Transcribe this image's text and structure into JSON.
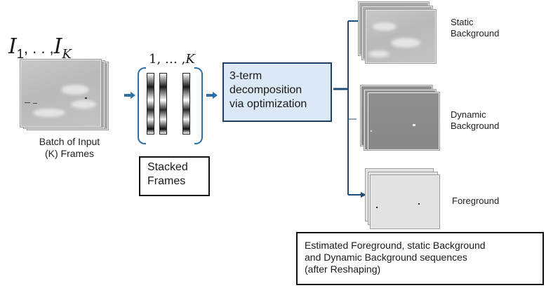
{
  "input": {
    "symbol_i1": "I",
    "sub_1": "1",
    "dots": ", . . ,",
    "symbol_ik": "I",
    "sub_k": "K",
    "caption_line1": "Batch of Input",
    "caption_line2": "(K) Frames"
  },
  "stack": {
    "index_label_prefix": "1, … ,",
    "index_label_k": "K",
    "caption_line1": "Stacked",
    "caption_line2": "Frames"
  },
  "process": {
    "line1": "3-term",
    "line2": "decomposition",
    "line3": "via optimization"
  },
  "outputs": {
    "static_line1": "Static",
    "static_line2": "Background",
    "dynamic_line1": "Dynamic",
    "dynamic_line2": "Background",
    "foreground": "Foreground"
  },
  "note": {
    "line1": "Estimated Foreground, static Background",
    "line2": "and Dynamic Background sequences",
    "line3": "(after Reshaping)"
  },
  "colors": {
    "arrow": "#2e6fa8",
    "process_fill": "#dbe8f6",
    "process_border": "#1f3f62",
    "connector": "#1f4e79"
  }
}
